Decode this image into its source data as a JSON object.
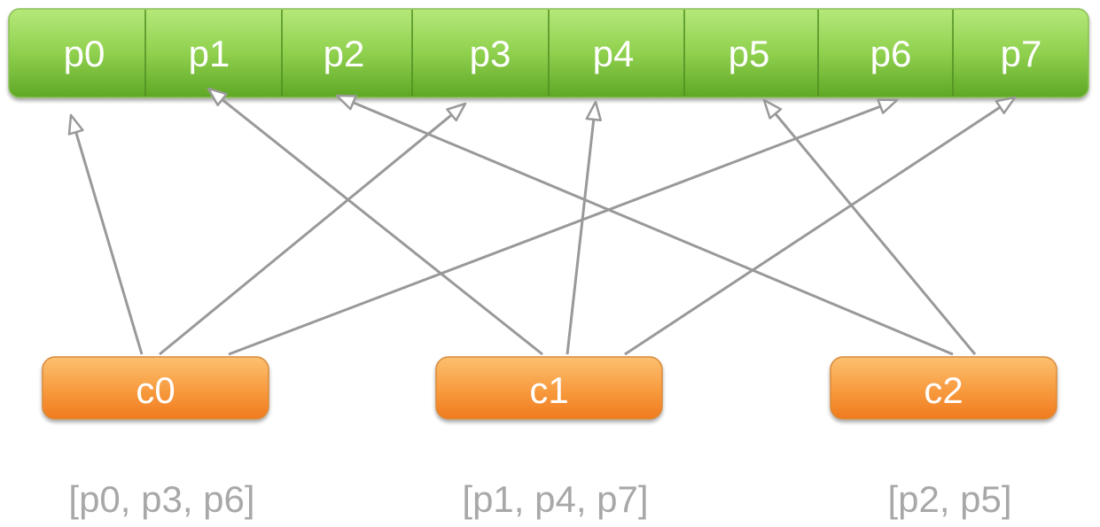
{
  "partitions": [
    {
      "id": "p0",
      "label": "p0"
    },
    {
      "id": "p1",
      "label": "p1"
    },
    {
      "id": "p2",
      "label": "p2"
    },
    {
      "id": "p3",
      "label": "p3"
    },
    {
      "id": "p4",
      "label": "p4"
    },
    {
      "id": "p5",
      "label": "p5"
    },
    {
      "id": "p6",
      "label": "p6"
    },
    {
      "id": "p7",
      "label": "p7"
    }
  ],
  "consumers": [
    {
      "id": "c0",
      "label": "c0",
      "assignment": "[p0, p3, p6]"
    },
    {
      "id": "c1",
      "label": "c1",
      "assignment": "[p1, p4, p7]"
    },
    {
      "id": "c2",
      "label": "c2",
      "assignment": "[p2, p5]"
    }
  ],
  "edges": [
    {
      "from": "c0",
      "to": "p0"
    },
    {
      "from": "c0",
      "to": "p3"
    },
    {
      "from": "c0",
      "to": "p6"
    },
    {
      "from": "c1",
      "to": "p1"
    },
    {
      "from": "c1",
      "to": "p4"
    },
    {
      "from": "c1",
      "to": "p7"
    },
    {
      "from": "c2",
      "to": "p2"
    },
    {
      "from": "c2",
      "to": "p5"
    }
  ],
  "colors": {
    "partition_top": "#b5e97a",
    "partition_bottom": "#5ea725",
    "partition_divider": "#4f8d22",
    "consumer_top": "#fcc070",
    "consumer_bottom": "#f07a1e",
    "arrow": "#999999",
    "assignment_text": "#a8a8a8"
  }
}
